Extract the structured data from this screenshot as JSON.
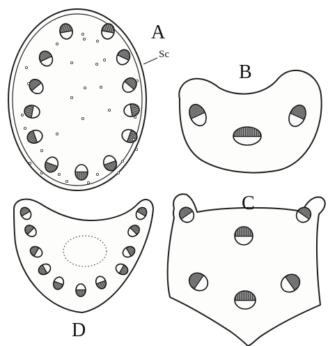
{
  "labels": {
    "a": "A",
    "sc": "Sc",
    "b": "B",
    "c": "C",
    "d": "D"
  }
}
